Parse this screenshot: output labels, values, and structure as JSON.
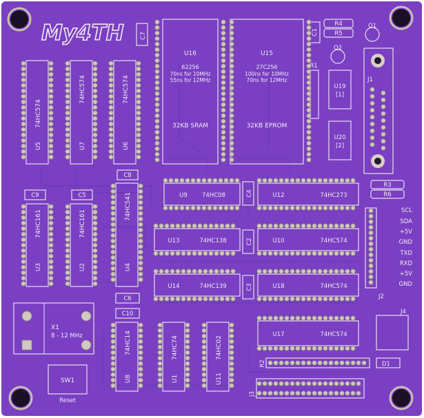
{
  "board": {
    "title": "My4TH",
    "pcb_color": "#7a3fc2",
    "silk_color": "#f2ecf7",
    "pad_color": "#cfc9c0"
  },
  "chips": {
    "u5": {
      "ref": "U5",
      "part": "74HC574"
    },
    "u7": {
      "ref": "U7",
      "part": "74HC574"
    },
    "u6": {
      "ref": "U6",
      "part": "74HC574"
    },
    "u16": {
      "ref": "U16",
      "part": "62256",
      "note1": "70ns for 10MHz",
      "note2": "55ns for 12MHz",
      "desc": "32KB SRAM"
    },
    "u15": {
      "ref": "U15",
      "part": "27C256",
      "note1": "100ns for 10MHz",
      "note2": "70ns for 12MHz",
      "desc": "32KB EPROM"
    },
    "u19": {
      "ref": "U19",
      "sub": "[1]"
    },
    "u20": {
      "ref": "U20",
      "sub": "[2]"
    },
    "u3": {
      "ref": "U3",
      "part": "74HC161"
    },
    "u2": {
      "ref": "U2",
      "part": "74HC161"
    },
    "u4": {
      "ref": "U4",
      "part": "74HC541"
    },
    "u9": {
      "ref": "U9",
      "part": "74HC08"
    },
    "u12": {
      "ref": "U12",
      "part": "74HC273"
    },
    "u13": {
      "ref": "U13",
      "part": "74HC138"
    },
    "u10": {
      "ref": "U10",
      "part": "74HC574"
    },
    "u14": {
      "ref": "U14",
      "part": "74HC139"
    },
    "u18": {
      "ref": "U18",
      "part": "74HC574"
    },
    "u17": {
      "ref": "U17",
      "part": "74HC574"
    },
    "u8": {
      "ref": "U8",
      "part": "74HC14"
    },
    "u1": {
      "ref": "U1",
      "part": "74HC74"
    },
    "u11": {
      "ref": "U11",
      "part": "74HC02"
    }
  },
  "passives": {
    "c7": "C7",
    "c1": "C1",
    "c8": "C8",
    "c9": "C9",
    "c5": "C5",
    "c4": "C4",
    "c2": "C2",
    "c3": "C3",
    "c6": "C6",
    "c10": "C10",
    "r4": "R4",
    "r5": "R5",
    "r1": "R1",
    "r3": "R3",
    "r6": "R6",
    "r2": "R2",
    "q1": "Q1",
    "q2": "Q2",
    "d1": "D1",
    "j1": "J1",
    "j2": "J2",
    "j3": "J3",
    "j4": "J4"
  },
  "crystal": {
    "ref": "X1",
    "freq": "8 - 12 MHz"
  },
  "switch": {
    "ref": "SW1",
    "label": "Reset"
  },
  "j2_pins": [
    "SCL",
    "SDA",
    "+5V",
    "GND",
    "TXD",
    "RXD",
    "+5V",
    "GND"
  ]
}
